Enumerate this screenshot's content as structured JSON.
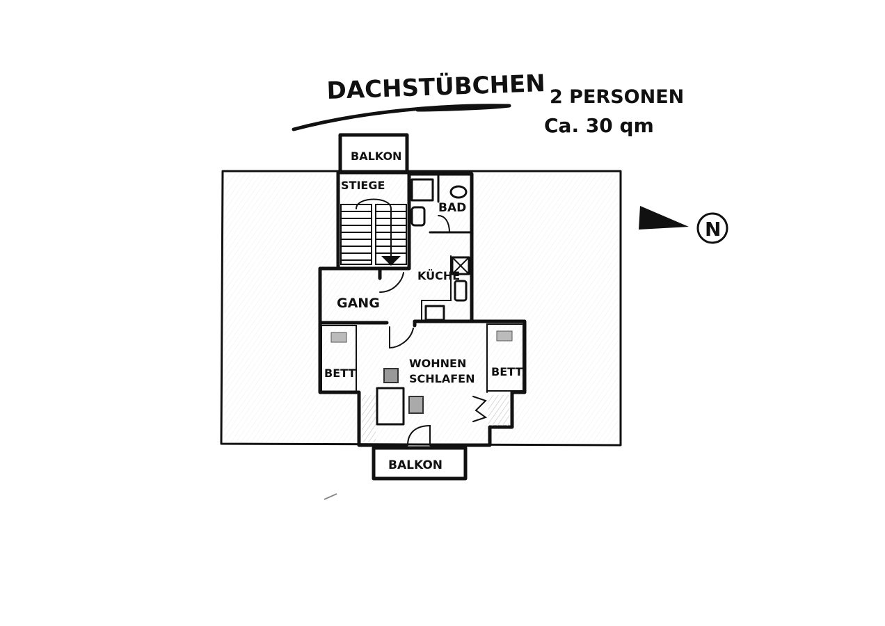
{
  "title": "DACHSTÜBCHEN",
  "info": {
    "persons": "2 PERSONEN",
    "area": "Ca. 30 qm"
  },
  "rooms": {
    "balkon_top": "BALKON",
    "stiege": "STIEGE",
    "bad": "BAD",
    "kueche": "KÜCHE",
    "gang": "GANG",
    "bett_left": "BETT",
    "bett_right": "BETT",
    "wohnen": "WOHNEN",
    "schlafen": "SCHLAFEN",
    "balkon_bottom": "BALKON"
  },
  "compass": {
    "label": "N"
  },
  "colors": {
    "ink": "#111111",
    "hatch": "#d8d8d8"
  }
}
